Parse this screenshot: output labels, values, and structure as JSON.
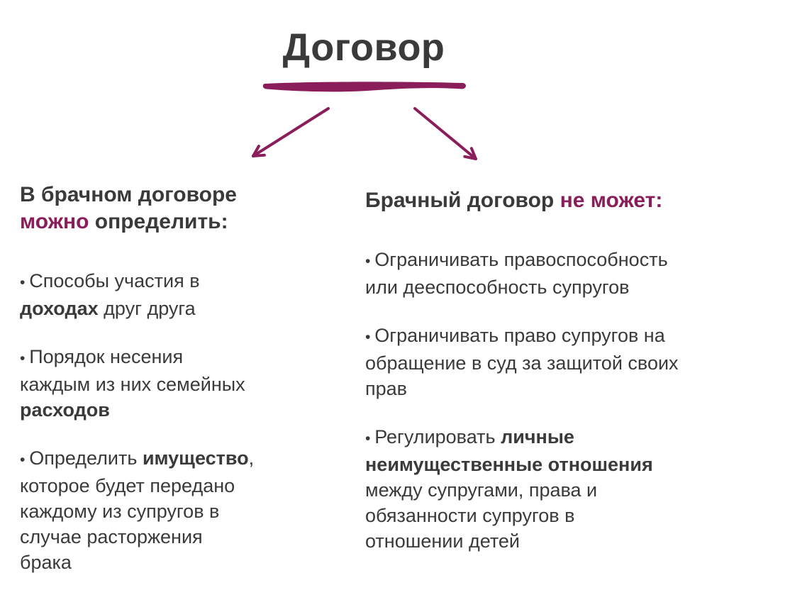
{
  "colors": {
    "accent": "#8a1e5b",
    "text": "#3a3a3a",
    "background": "#ffffff"
  },
  "title": {
    "text": "Договор"
  },
  "bullet_char": "•",
  "left_column": {
    "heading": [
      {
        "text": "В брачном договоре\n",
        "accent": false
      },
      {
        "text": "можно",
        "accent": true
      },
      {
        "text": " определить:",
        "accent": false
      }
    ],
    "bullets": [
      [
        {
          "text": "Способы участия в\n",
          "bold": false
        },
        {
          "text": "доходах",
          "bold": true
        },
        {
          "text": " друг друга",
          "bold": false
        }
      ],
      [
        {
          "text": "Порядок несения\nкаждым из них семейных\n",
          "bold": false
        },
        {
          "text": "расходов",
          "bold": true
        }
      ],
      [
        {
          "text": "Определить ",
          "bold": false
        },
        {
          "text": "имущество",
          "bold": true
        },
        {
          "text": ",\nкоторое будет передано\nкаждому из супругов в\nслучае расторжения\nбрака",
          "bold": false
        }
      ]
    ]
  },
  "right_column": {
    "heading": [
      {
        "text": "Брачный договор ",
        "accent": false
      },
      {
        "text": "не может:",
        "accent": true
      }
    ],
    "bullets": [
      [
        {
          "text": "Ограничивать правоспособность\nили дееспособность супругов",
          "bold": false
        }
      ],
      [
        {
          "text": "Ограничивать право супругов на\nобращение в суд за защитой своих\nправ",
          "bold": false
        }
      ],
      [
        {
          "text": "Регулировать ",
          "bold": false
        },
        {
          "text": "личные\nнеимущественные отношения",
          "bold": true
        },
        {
          "text": "\nмежду супругами, права и\nобязанности супругов в\nотношении детей",
          "bold": false
        }
      ]
    ]
  }
}
